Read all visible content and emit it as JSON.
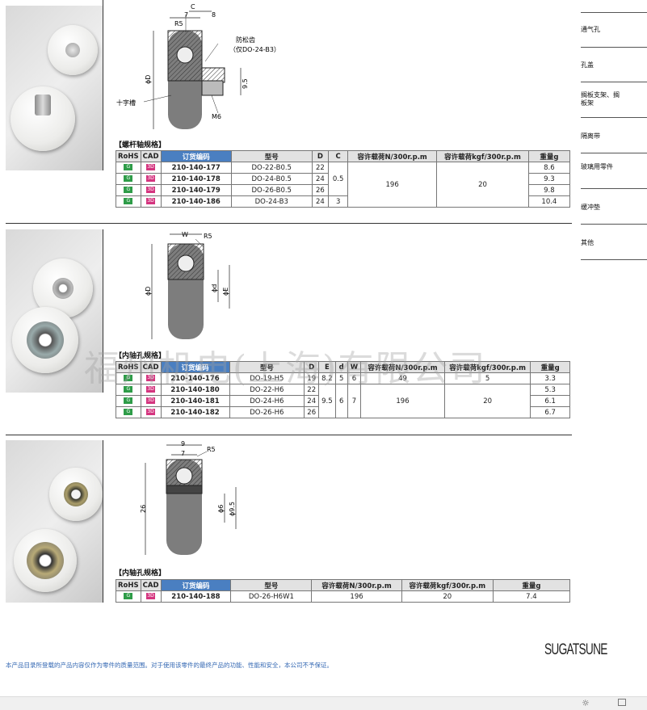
{
  "sidebar": {
    "items": [
      {
        "label": "通气孔"
      },
      {
        "label": "孔盖"
      },
      {
        "label": "搁板支架、搁板架"
      },
      {
        "label": "隔离带"
      },
      {
        "label": "玻璃用零件"
      },
      {
        "label": "缓冲垫"
      },
      {
        "label": "其他"
      }
    ]
  },
  "watermark": "福州机电(上海)有限公司",
  "footer": {
    "note": "本产品目录所登载的产品内容仅作为零件的质量范围。对于使用该零件的最终产品的功能、性能和安全，本公司不予保证。",
    "logo": "SUGATSUNE"
  },
  "section1": {
    "title": "【螺杆轴规格】",
    "drawing": {
      "dim_7": "7",
      "dim_8": "8",
      "dim_c": "C",
      "dim_r5": "R5",
      "label_anti": "防松齿",
      "label_anti2": "（仅DO-24-B3）",
      "label_phiD": "ϕD",
      "label_95": "9.5",
      "label_cross": "十字槽",
      "label_m6": "M6"
    },
    "headers": {
      "rohs": "RoHS",
      "cad": "CAD",
      "code": "订货编码",
      "model": "型号",
      "d": "D",
      "c": "C",
      "loadN": "容许载荷N/300r.p.m",
      "loadKgf": "容许载荷kgf/300r.p.m",
      "weight": "重量g"
    },
    "rows": [
      {
        "code": "210-140-177",
        "model": "DO-22-B0.5",
        "d": "22",
        "weight": "8.6"
      },
      {
        "code": "210-140-178",
        "model": "DO-24-B0.5",
        "d": "24",
        "weight": "9.3"
      },
      {
        "code": "210-140-179",
        "model": "DO-26-B0.5",
        "d": "26",
        "weight": "9.8"
      },
      {
        "code": "210-140-186",
        "model": "DO-24-B3",
        "d": "24",
        "weight": "10.4"
      }
    ],
    "c_merged": "0.5",
    "c_last": "3",
    "loadN": "196",
    "loadKgf": "20"
  },
  "section2": {
    "title": "【内轴孔规格】",
    "drawing": {
      "dim_w": "W",
      "dim_r5": "R5",
      "label_phiD": "ϕD",
      "label_phid": "ϕd",
      "label_phiE": "ϕE"
    },
    "headers": {
      "rohs": "RoHS",
      "cad": "CAD",
      "code": "订货编码",
      "model": "型号",
      "d": "D",
      "e": "E",
      "di": "d",
      "w": "W",
      "loadN": "容许载荷N/300r.p.m",
      "loadKgf": "容许载荷kgf/300r.p.m",
      "weight": "重量g"
    },
    "rows": [
      {
        "code": "210-140-176",
        "model": "DO-19-H5",
        "d": "19",
        "weight": "3.3"
      },
      {
        "code": "210-140-180",
        "model": "DO-22-H6",
        "d": "22",
        "weight": "5.3"
      },
      {
        "code": "210-140-181",
        "model": "DO-24-H6",
        "d": "24",
        "weight": "6.1"
      },
      {
        "code": "210-140-182",
        "model": "DO-26-H6",
        "d": "26",
        "weight": "6.7"
      }
    ],
    "first": {
      "e": "8.2",
      "di": "5",
      "w": "6",
      "loadN": "49",
      "loadKgf": "5"
    },
    "rest": {
      "e": "9.5",
      "di": "6",
      "w": "7",
      "loadN": "196",
      "loadKgf": "20"
    }
  },
  "section3": {
    "title": "【内轴孔规格】",
    "drawing": {
      "dim_9": "9",
      "dim_7": "7",
      "dim_r5": "R5",
      "label_26": "26",
      "label_6": "ϕ6",
      "label_95": "ϕ9.5"
    },
    "headers": {
      "rohs": "RoHS",
      "cad": "CAD",
      "code": "订货编码",
      "model": "型号",
      "loadN": "容许载荷N/300r.p.m",
      "loadKgf": "容许载荷kgf/300r.p.m",
      "weight": "重量g"
    },
    "rows": [
      {
        "code": "210-140-188",
        "model": "DO-26-H6W1",
        "loadN": "196",
        "loadKgf": "20",
        "weight": "7.4"
      }
    ]
  },
  "badges": {
    "rohs": "G",
    "cad": "3D"
  }
}
